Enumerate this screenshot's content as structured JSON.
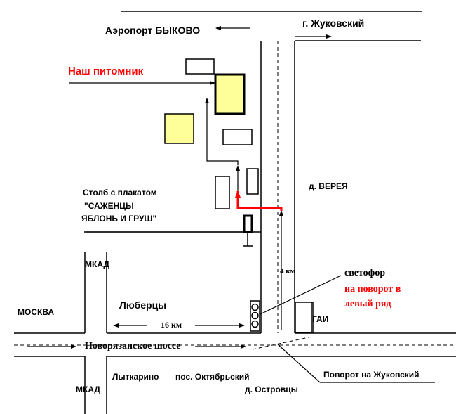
{
  "labels": {
    "airport": "Аэропорт БЫКОВО",
    "zhukovsky_city": "г. Жуковский",
    "our_nursery": "Наш питомник",
    "pole_line1": "Столб с плакатом",
    "pole_line2": "\"САЖЕНЦЫ",
    "pole_line3": "ЯБЛОНЬ И ГРУШ\"",
    "village_vereya": "д. ВЕРЕЯ",
    "mkad_top": "МКАД",
    "moscow": "МОСКВА",
    "lyubertsy": "Люберцы",
    "distance_16": "16 км",
    "distance_4": "4 км",
    "traffic_light": "светофор",
    "turn_line1": "на поворот в",
    "turn_line2": "левый ряд",
    "gai": "ГАИ",
    "highway": "Новорязанское шоссе",
    "lytkarino": "Лыткарино",
    "oktyabrsky": "пос. Октябрьский",
    "turn_zhukovsky": "Поворот на Жуковский",
    "mkad_bottom": "МКАД",
    "ostrovtsy": "д. Островцы"
  },
  "colors": {
    "line": "#000000",
    "accent_red": "#ff0000",
    "building_fill": "#ffff99",
    "background": "#ffffff"
  }
}
